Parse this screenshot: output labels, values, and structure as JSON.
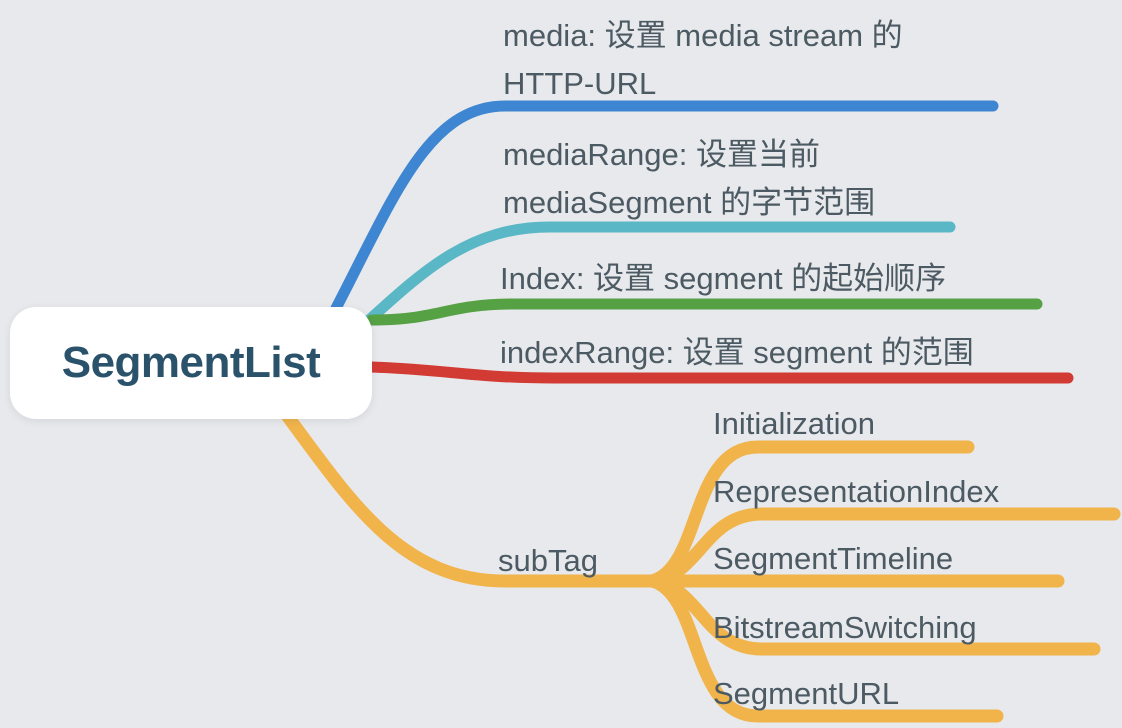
{
  "colors": {
    "background": "#e8e9ec",
    "root_text": "#2a536b",
    "label_text": "#4c5a63",
    "media": "#3e86d1",
    "mediaRange": "#5ab7c6",
    "index": "#55a144",
    "indexRange": "#d23b33",
    "subTag": "#f1b44b"
  },
  "root": {
    "label": "SegmentList"
  },
  "branches": [
    {
      "name": "media",
      "lines": [
        "media: 设置 media stream 的",
        "HTTP-URL"
      ]
    },
    {
      "name": "mediaRange",
      "lines": [
        "mediaRange: 设置当前",
        "mediaSegment 的字节范围"
      ]
    },
    {
      "name": "Index",
      "lines": [
        "Index: 设置 segment 的起始顺序"
      ]
    },
    {
      "name": "indexRange",
      "lines": [
        "indexRange: 设置 segment 的范围"
      ]
    },
    {
      "name": "subTag",
      "lines": [
        "subTag"
      ],
      "children": [
        {
          "label": "Initialization"
        },
        {
          "label": "RepresentationIndex"
        },
        {
          "label": "SegmentTimeline"
        },
        {
          "label": "BitstreamSwitching"
        },
        {
          "label": "SegmentURL"
        }
      ]
    }
  ]
}
